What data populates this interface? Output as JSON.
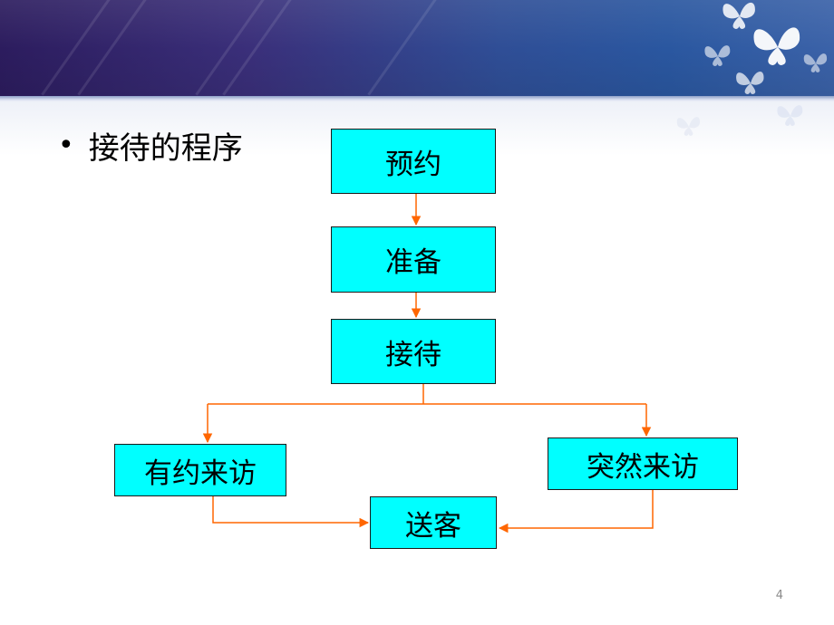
{
  "slide": {
    "bullet_text": "接待的程序",
    "page_number": "4"
  },
  "flowchart": {
    "nodes": {
      "reservation": "预约",
      "preparation": "准备",
      "reception": "接待",
      "appointment_visit": "有约来访",
      "sudden_visit": "突然来访",
      "see_off": "送客"
    }
  },
  "colors": {
    "box_fill": "#00ffff",
    "box_border": "#1a1a1a",
    "connector": "#ff6600",
    "banner_left": "#2c1c5e",
    "banner_right": "#3b62a8"
  }
}
